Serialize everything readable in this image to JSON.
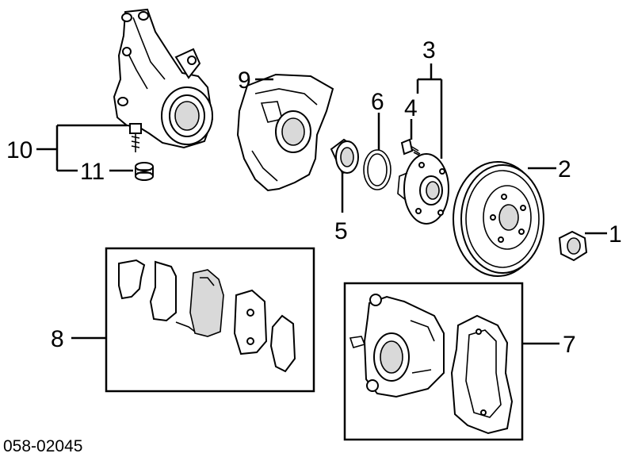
{
  "callouts": {
    "c1": "1",
    "c2": "2",
    "c3": "3",
    "c4": "4",
    "c5": "5",
    "c6": "6",
    "c7": "7",
    "c8": "8",
    "c9": "9",
    "c10": "10",
    "c11": "11"
  },
  "diagram_code": "058-02045"
}
